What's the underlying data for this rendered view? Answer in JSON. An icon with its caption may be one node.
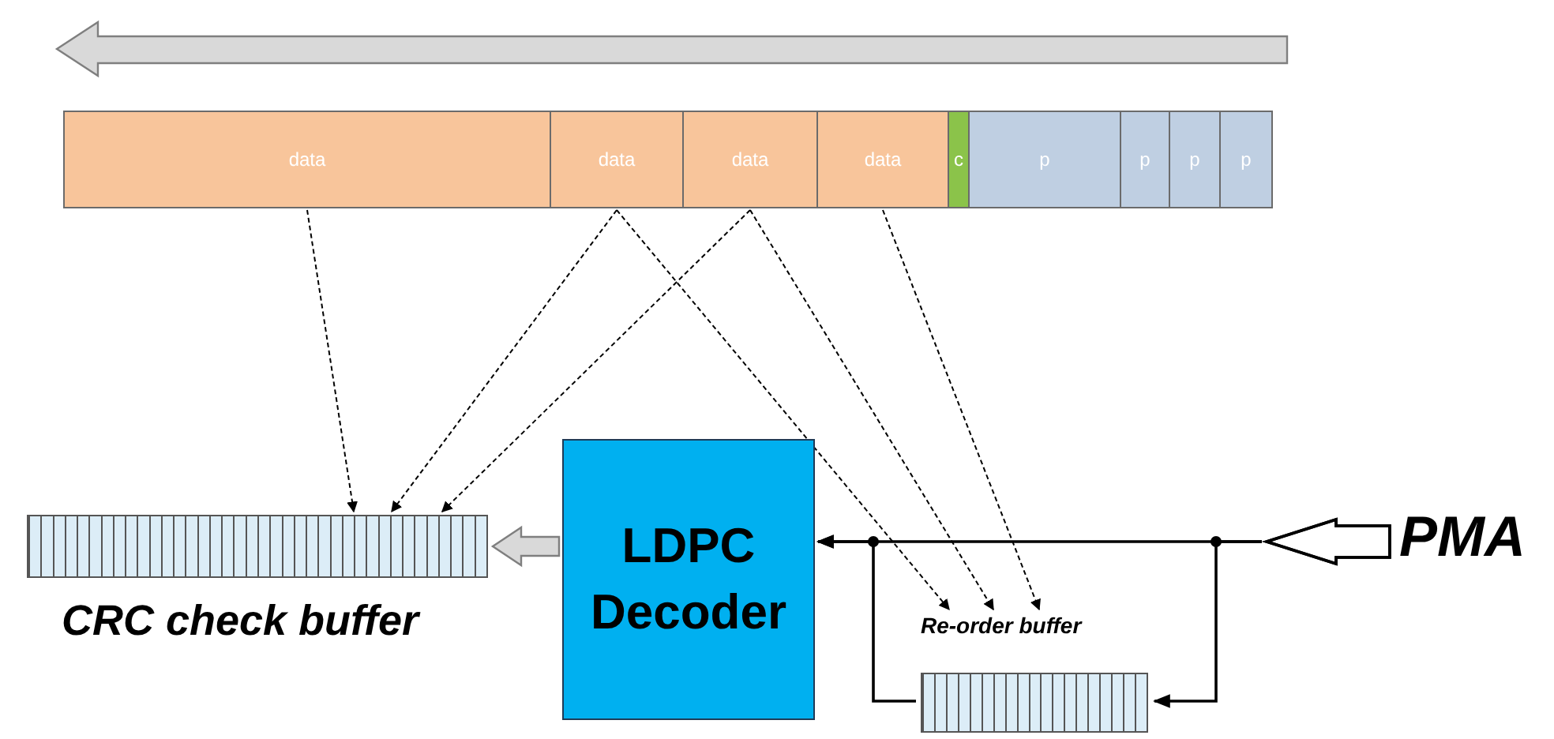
{
  "diagram": {
    "nodes": [
      {
        "text": [
          "data"
        ]
      },
      {
        "text": [
          "data"
        ]
      },
      {
        "text": [
          "data"
        ]
      },
      {
        "text": [
          "data"
        ]
      },
      {
        "text": [
          "c"
        ]
      },
      {
        "text": [
          "p"
        ]
      },
      {
        "text": [
          "p"
        ]
      },
      {
        "text": [
          "p"
        ]
      },
      {
        "text": [
          "p"
        ]
      },
      {
        "text": [
          "CRC check buffer"
        ]
      },
      {
        "text": [
          "LDPC Decoder"
        ]
      },
      {
        "text": [
          "Re-order buffer"
        ]
      },
      {
        "text": [
          "PMA"
        ]
      }
    ],
    "edges": [
      {
        "from": 0,
        "to": 9,
        "arrow": "to",
        "style": "dashed"
      },
      {
        "from": 1,
        "to": 9,
        "arrow": "to",
        "style": "dashed"
      },
      {
        "from": 2,
        "to": 9,
        "arrow": "to",
        "style": "dashed"
      },
      {
        "from": 1,
        "to": 11,
        "arrow": "to",
        "style": "dashed"
      },
      {
        "from": 2,
        "to": 11,
        "arrow": "to",
        "style": "dashed"
      },
      {
        "from": 3,
        "to": 11,
        "arrow": "to",
        "style": "dashed"
      },
      {
        "from": 10,
        "to": 9,
        "arrow": "to"
      },
      {
        "from": 12,
        "to": 10,
        "arrow": "to"
      },
      {
        "from": 12,
        "to": 11,
        "arrow": "to"
      },
      {
        "from": 11,
        "to": 10,
        "arrow": "to"
      }
    ]
  }
}
